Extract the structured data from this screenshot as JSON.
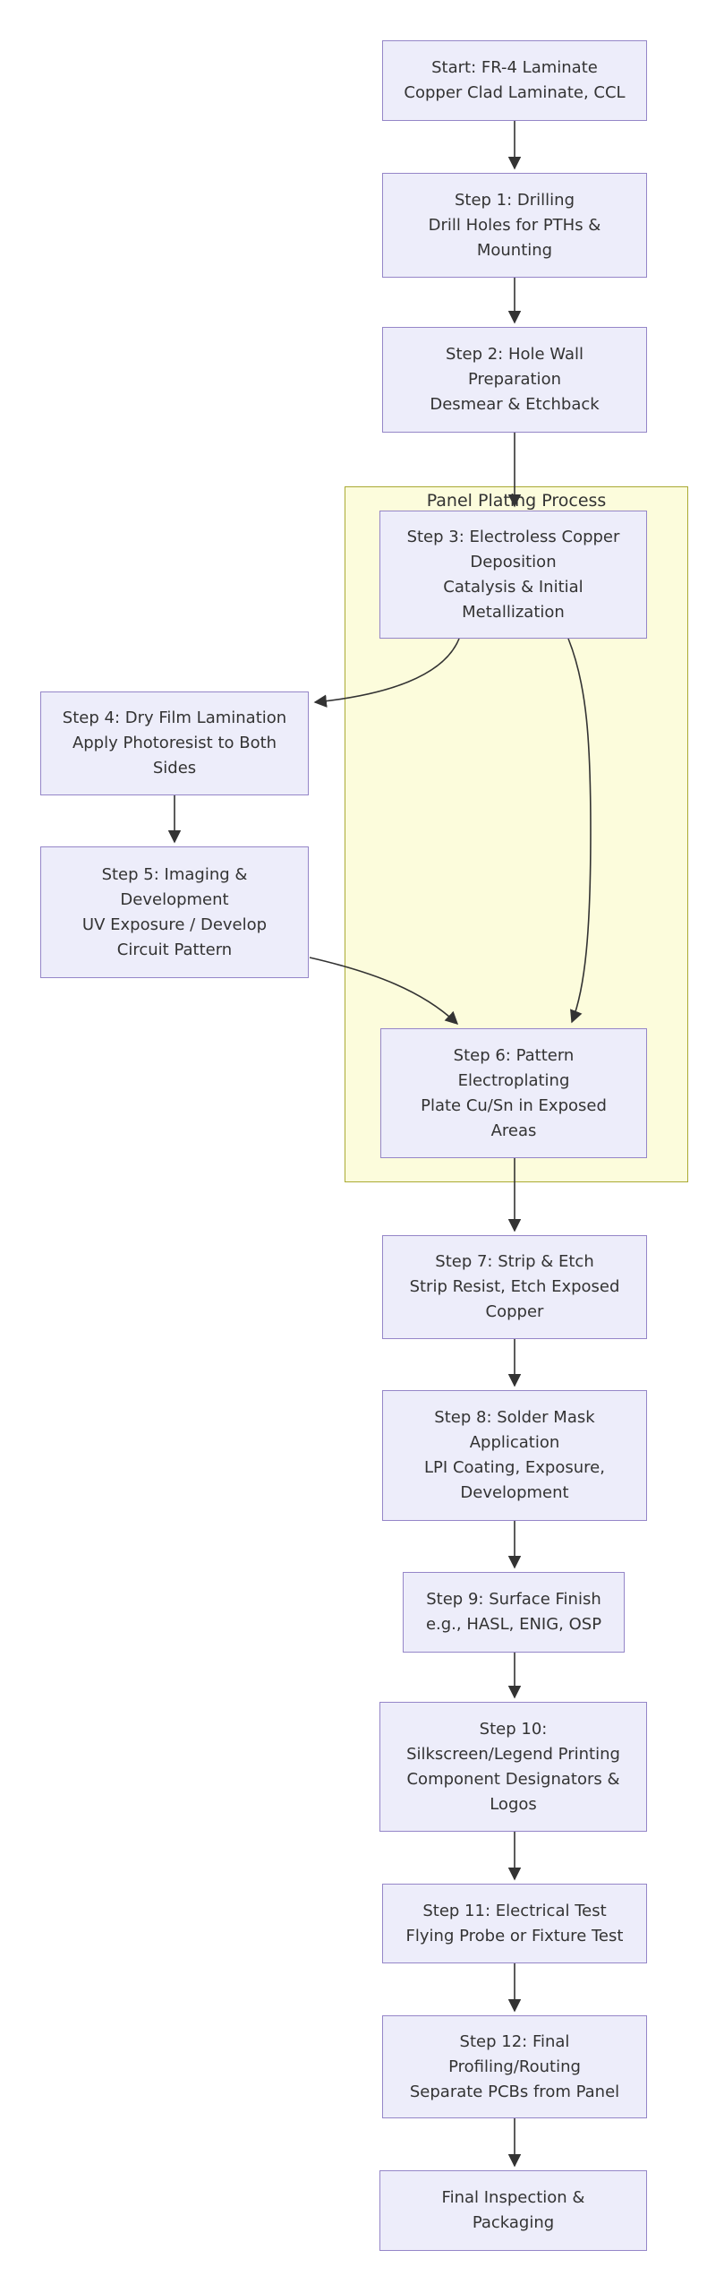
{
  "diagram": {
    "type": "flowchart",
    "direction": "top-down",
    "background": "#ffffff"
  },
  "cluster": {
    "label": "Panel Plating Process",
    "fill": "#fcfcdc",
    "border_color": "#aaaa33",
    "contains": [
      "step3",
      "step6"
    ]
  },
  "node_style": {
    "fill": "#ededfa",
    "border_color": "#9586c8",
    "text_color": "#333333"
  },
  "edge_color": "#333333",
  "nodes": [
    {
      "id": "start",
      "label": "Start: FR-4 Laminate\nCopper Clad Laminate, CCL"
    },
    {
      "id": "step1",
      "label": "Step 1: Drilling\nDrill Holes for PTHs &\nMounting"
    },
    {
      "id": "step2",
      "label": "Step 2: Hole Wall\nPreparation\nDesmear & Etchback"
    },
    {
      "id": "step3",
      "label": "Step 3: Electroless Copper\nDeposition\nCatalysis & Initial\nMetallization"
    },
    {
      "id": "step4",
      "label": "Step 4: Dry Film Lamination\nApply Photoresist to Both\nSides"
    },
    {
      "id": "step5",
      "label": "Step 5: Imaging &\nDevelopment\nUV Exposure / Develop\nCircuit Pattern"
    },
    {
      "id": "step6",
      "label": "Step 6: Pattern\nElectroplating\nPlate Cu/Sn in Exposed\nAreas"
    },
    {
      "id": "step7",
      "label": "Step 7: Strip & Etch\nStrip Resist, Etch Exposed\nCopper"
    },
    {
      "id": "step8",
      "label": "Step 8: Solder Mask\nApplication\nLPI Coating, Exposure,\nDevelopment"
    },
    {
      "id": "step9",
      "label": "Step 9: Surface Finish\ne.g., HASL, ENIG, OSP"
    },
    {
      "id": "step10",
      "label": "Step 10:\nSilkscreen/Legend Printing\nComponent Designators &\nLogos"
    },
    {
      "id": "step11",
      "label": "Step 11: Electrical Test\nFlying Probe or Fixture Test"
    },
    {
      "id": "step12",
      "label": "Step 12: Final\nProfiling/Routing\nSeparate PCBs from Panel"
    },
    {
      "id": "final",
      "label": "Final Inspection &\nPackaging"
    }
  ],
  "edges": [
    {
      "from": "start",
      "to": "step1"
    },
    {
      "from": "step1",
      "to": "step2"
    },
    {
      "from": "step2",
      "to": "step3"
    },
    {
      "from": "step3",
      "to": "step4"
    },
    {
      "from": "step3",
      "to": "step6"
    },
    {
      "from": "step4",
      "to": "step5"
    },
    {
      "from": "step5",
      "to": "step6"
    },
    {
      "from": "step6",
      "to": "step7"
    },
    {
      "from": "step7",
      "to": "step8"
    },
    {
      "from": "step8",
      "to": "step9"
    },
    {
      "from": "step9",
      "to": "step10"
    },
    {
      "from": "step10",
      "to": "step11"
    },
    {
      "from": "step11",
      "to": "step12"
    },
    {
      "from": "step12",
      "to": "final"
    }
  ]
}
